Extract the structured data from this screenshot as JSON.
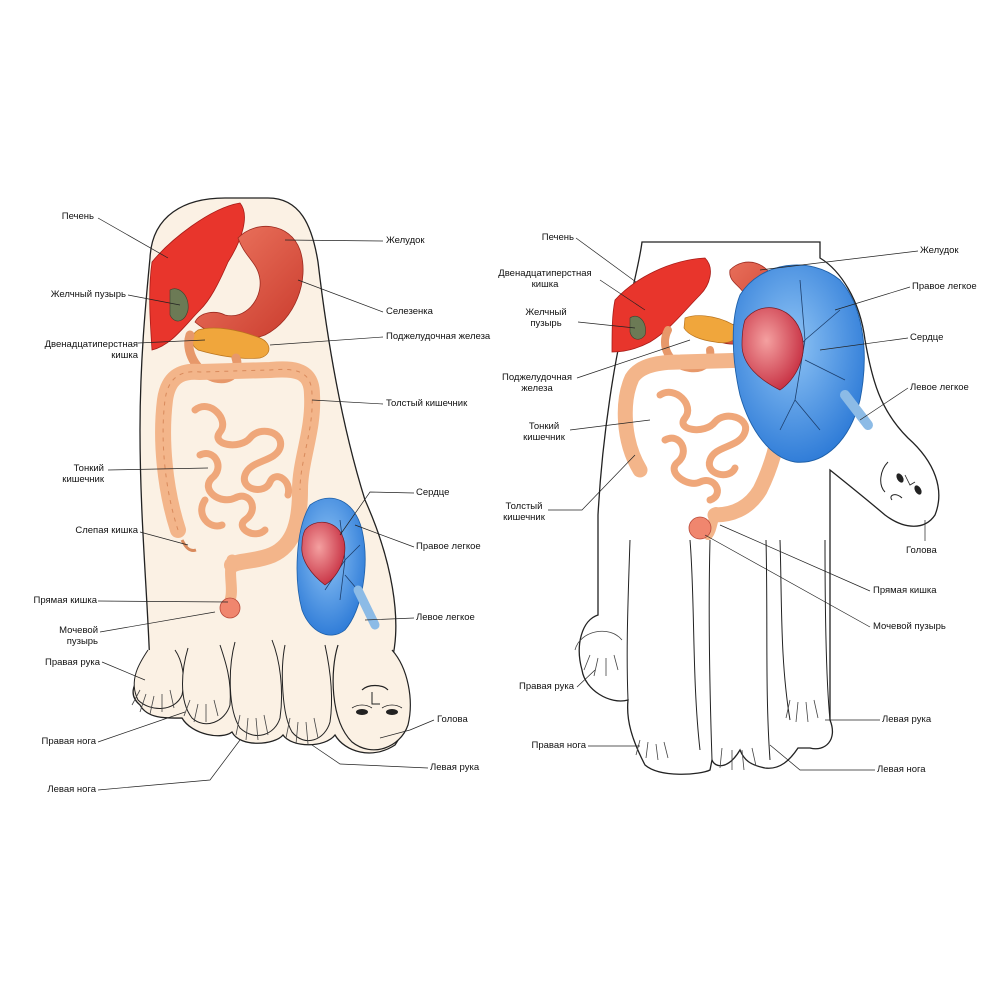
{
  "colors": {
    "skin": "#fbf1e4",
    "outline": "#222222",
    "liver": "#e8352c",
    "stomach": "#e0513f",
    "pancreas": "#f0a63c",
    "intestine": "#f3b58a",
    "intestine_dark": "#d98a5c",
    "lung": "#3b8fe0",
    "heart": "#d8404a"
  },
  "foot": {
    "labels": {
      "liver": "Печень",
      "gallbladder": "Желчный пузырь",
      "duodenum": "Двенадцатиперстная\nкишка",
      "small_intestine": "Тонкий\nкишечник",
      "cecum": "Слепая кишка",
      "rectum": "Прямая кишка",
      "bladder": "Мочевой\nпузырь",
      "right_hand": "Правая рука",
      "right_leg": "Правая нога",
      "left_leg": "Левая нога",
      "stomach": "Желудок",
      "spleen": "Селезенка",
      "pancreas": "Поджелудочная железа",
      "colon": "Толстый кишечник",
      "heart": "Сердце",
      "right_lung": "Правое легкое",
      "left_lung": "Левое легкое",
      "head": "Голова",
      "left_hand": "Левая рука"
    }
  },
  "hand": {
    "labels": {
      "liver": "Печень",
      "duodenum": "Двенадцатиперстная\nкишка",
      "gallbladder": "Желчный\nпузырь",
      "pancreas": "Поджелудочная\nжелеза",
      "small_intestine": "Тонкий\nкишечник",
      "colon": "Толстый\nкишечник",
      "right_hand": "Правая рука",
      "right_leg": "Правая нога",
      "stomach": "Желудок",
      "right_lung": "Правое легкое",
      "heart": "Сердце",
      "left_lung": "Левое легкое",
      "head": "Голова",
      "rectum": "Прямая кишка",
      "bladder": "Мочевой пузырь",
      "left_hand": "Левая рука",
      "left_leg": "Левая нога"
    }
  }
}
